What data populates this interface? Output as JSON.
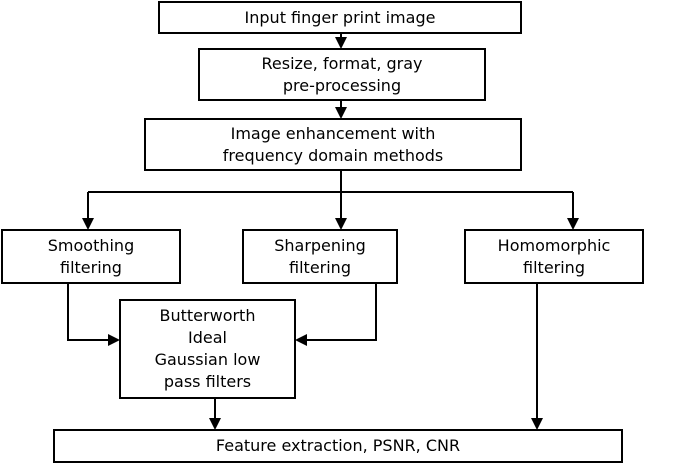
{
  "nodes": {
    "input": "Input finger print image",
    "preprocess": "Resize, format, gray\npre-processing",
    "enhancement": "Image enhancement with\nfrequency domain methods",
    "smoothing": "Smoothing\nfiltering",
    "sharpening": "Sharpening\nfiltering",
    "homomorphic": "Homomorphic\nfiltering",
    "filters": "Butterworth\nIdeal\nGaussian low\npass filters",
    "feature": "Feature extraction, PSNR, CNR"
  },
  "edges": [
    {
      "from": "input",
      "to": "preprocess"
    },
    {
      "from": "preprocess",
      "to": "enhancement"
    },
    {
      "from": "enhancement",
      "to": "smoothing"
    },
    {
      "from": "enhancement",
      "to": "sharpening"
    },
    {
      "from": "enhancement",
      "to": "homomorphic"
    },
    {
      "from": "smoothing",
      "to": "filters"
    },
    {
      "from": "sharpening",
      "to": "filters"
    },
    {
      "from": "filters",
      "to": "feature"
    },
    {
      "from": "homomorphic",
      "to": "feature"
    }
  ]
}
